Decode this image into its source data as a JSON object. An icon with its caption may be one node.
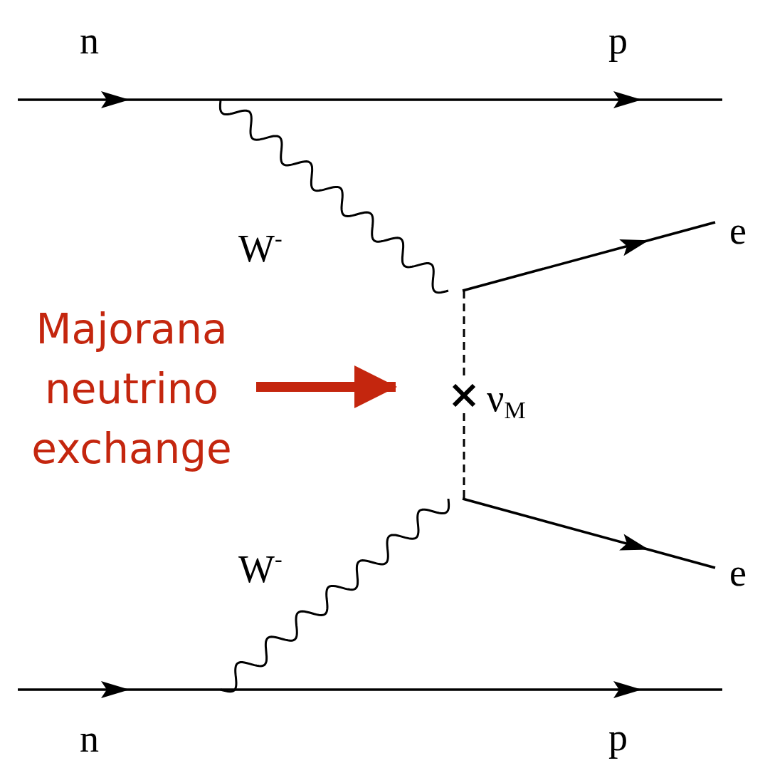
{
  "diagram": {
    "nodes": [
      {
        "text": [
          "Majorana neutrino exchange"
        ]
      },
      {
        "text": [],
        "shape": "cross",
        "beside": [
          "ν$_{M}$"
        ]
      }
    ],
    "edges": [
      {
        "from": 0,
        "to": 1,
        "arrow": "to",
        "style": "thick",
        "color": "#c4260e"
      },
      {
        "from": null,
        "to": 1,
        "arrow": "none",
        "style": "dashed"
      },
      {
        "from": 1,
        "to": null,
        "arrow": "none",
        "style": "dashed"
      }
    ],
    "labels": [
      "n",
      "p",
      "W$^{-}$",
      "e",
      "W$^{-}$",
      "e",
      "n",
      "p"
    ]
  }
}
